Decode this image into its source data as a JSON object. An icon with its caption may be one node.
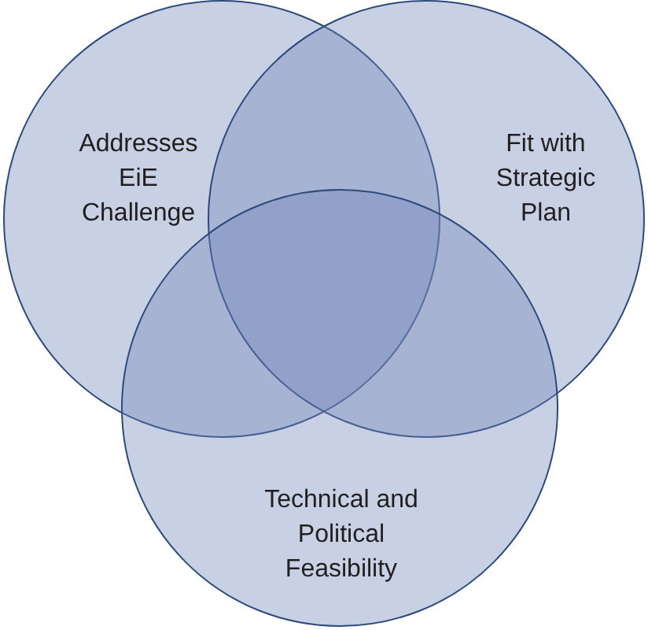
{
  "diagram": {
    "nodes": [
      {
        "text": [
          "Addresses EiE Challenge"
        ]
      },
      {
        "text": [
          "Fit with Strategic Plan"
        ]
      },
      {
        "text": [
          "Technical and Political Feasibility"
        ]
      }
    ]
  }
}
